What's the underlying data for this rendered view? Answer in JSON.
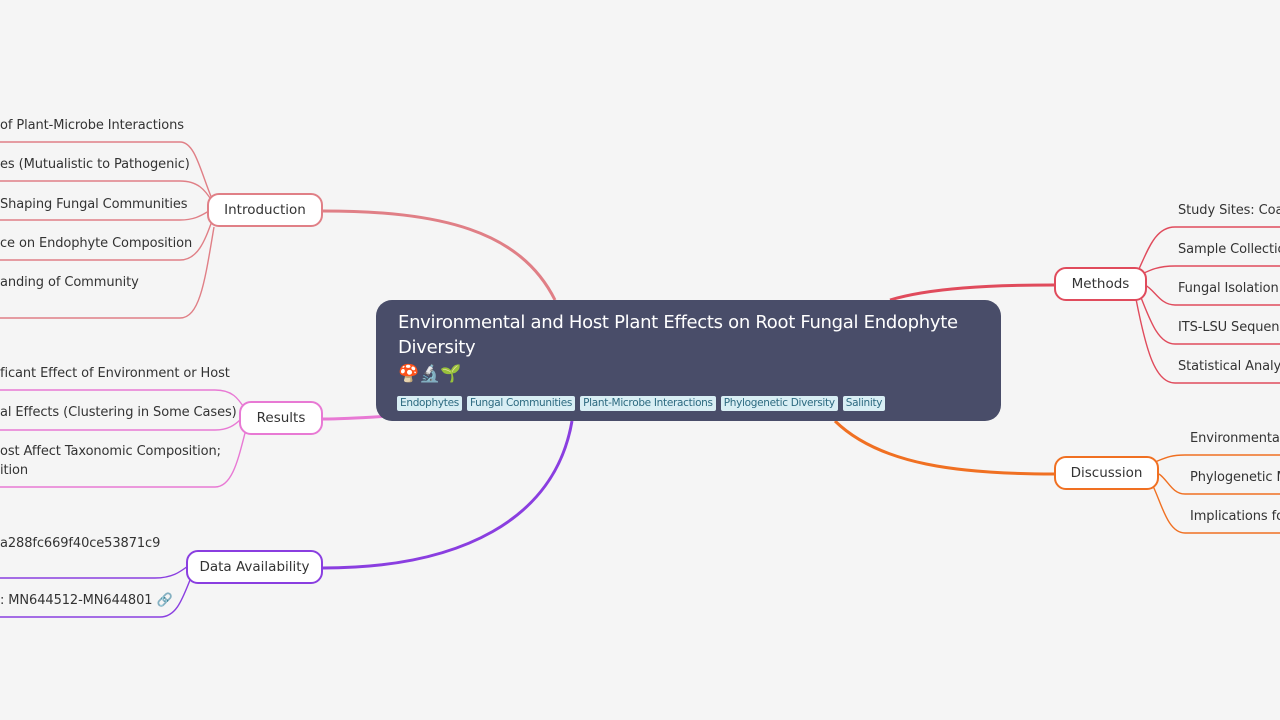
{
  "center": {
    "title": "Environmental and Host Plant Effects on Root Fungal Endophyte Diversity",
    "emoji": "🍄🔬🌱",
    "tags": [
      "Endophytes",
      "Fungal Communities",
      "Plant-Microbe Interactions",
      "Phylogenetic Diversity",
      "Salinity"
    ]
  },
  "branches": {
    "introduction": {
      "label": "Introduction",
      "color": "#e07f86",
      "leaves": [
        "of Plant-Microbe Interactions",
        "es (Mutualistic to Pathogenic)",
        "Shaping Fungal Communities",
        "ce on Endophyte Composition",
        "anding of Community"
      ]
    },
    "results": {
      "label": "Results",
      "color": "#e879d4",
      "leaves": [
        "ficant Effect of Environment or Host",
        "al Effects (Clustering in Some Cases)",
        "ost Affect Taxonomic Composition;",
        "ition"
      ]
    },
    "data_availability": {
      "label": "Data Availability",
      "color": "#8a3ee0",
      "leaves": [
        "a288fc669f40ce53871c9",
        ": MN644512-MN644801 🔗"
      ]
    },
    "methods": {
      "label": "Methods",
      "color": "#e04b5c",
      "leaves": [
        "Study Sites: Coas",
        "Sample Collectio",
        "Fungal Isolation a",
        "ITS-LSU Sequenc",
        "Statistical Analys"
      ]
    },
    "discussion": {
      "label": "Discussion",
      "color": "#f07022",
      "leaves": [
        "Environmental",
        "Phylogenetic M",
        "Implications fo"
      ]
    }
  }
}
